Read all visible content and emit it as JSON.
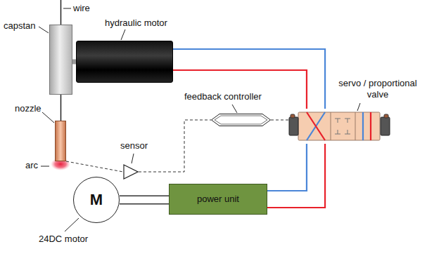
{
  "diagram": {
    "nodes": [
      {
        "text": [
          "capstan"
        ]
      },
      {
        "text": [
          "hydraulic motor"
        ]
      },
      {
        "text": [
          "nozzle"
        ]
      },
      {
        "text": [
          "sensor"
        ]
      },
      {
        "text": [
          "feedback controller"
        ]
      },
      {
        "text": [
          "servo / proportional valve"
        ]
      },
      {
        "text": [
          "M",
          "24DC motor"
        ]
      },
      {
        "text": [
          "power unit"
        ]
      }
    ],
    "edges": [
      {
        "from": 0,
        "to": 1,
        "arrow": "none"
      },
      {
        "from": 0,
        "to": 2,
        "arrow": "none"
      },
      {
        "from": 2,
        "to": 3,
        "arrow": "none"
      },
      {
        "from": 3,
        "to": 4,
        "arrow": "none"
      },
      {
        "from": 4,
        "to": 5,
        "arrow": "none"
      },
      {
        "from": 1,
        "to": 5,
        "arrow": "none"
      },
      {
        "from": 1,
        "to": 5,
        "arrow": "none"
      },
      {
        "from": 5,
        "to": 7,
        "arrow": "none"
      },
      {
        "from": 5,
        "to": 7,
        "arrow": "none"
      },
      {
        "from": 6,
        "to": 7,
        "arrow": "none"
      }
    ],
    "labels": [
      "wire",
      "arc"
    ]
  }
}
